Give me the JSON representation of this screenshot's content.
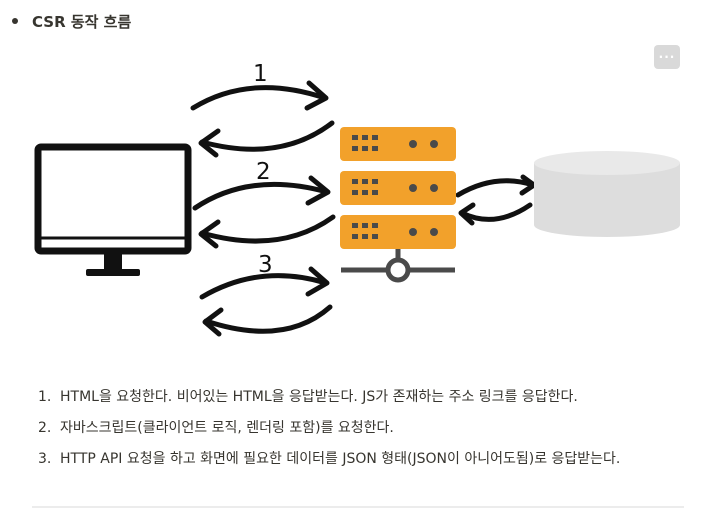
{
  "heading": {
    "bullet_text": "CSR 동작 흐름"
  },
  "toolbar": {
    "more_label": "···"
  },
  "diagram": {
    "step_labels": [
      "1",
      "2",
      "3"
    ],
    "server_color": "#f2a12b",
    "database_color": "#dddddd",
    "monitor_color": "#111111"
  },
  "steps": [
    {
      "number": "1.",
      "text": "HTML을 요청한다. 비어있는 HTML을 응답받는다. JS가 존재하는 주소 링크를 응답한다."
    },
    {
      "number": "2.",
      "text": "자바스크립트(클라이언트 로직, 렌더링 포함)를 요청한다."
    },
    {
      "number": "3.",
      "text": "HTTP API 요청을 하고 화면에 필요한 데이터를 JSON 형태(JSON이 아니어도됨)로 응답받는다."
    }
  ]
}
